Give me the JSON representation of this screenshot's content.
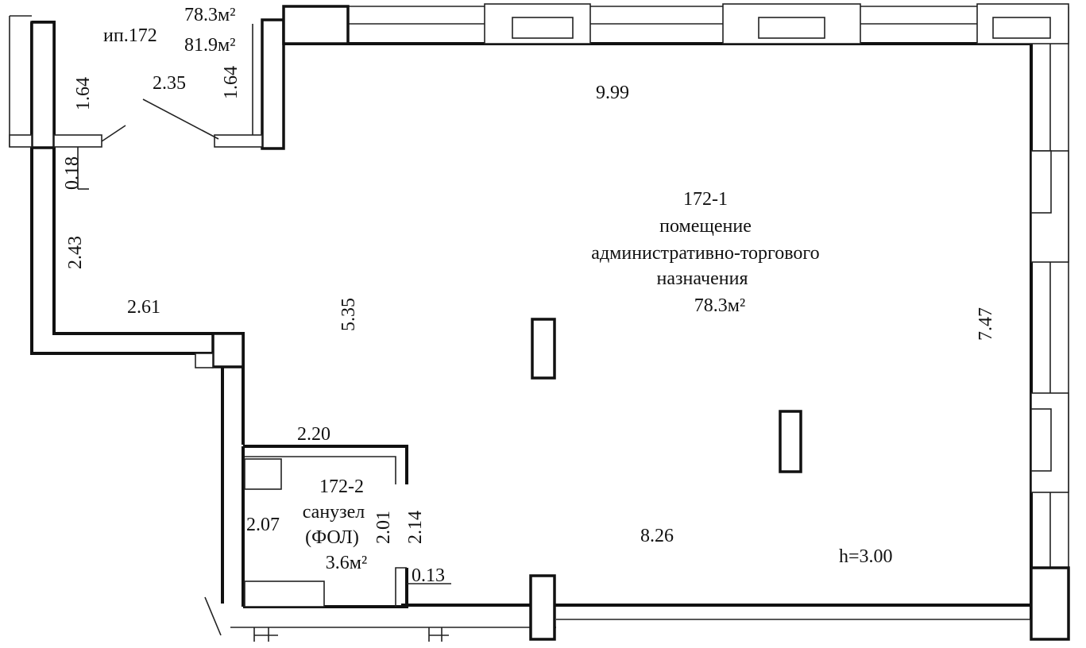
{
  "header": {
    "unit_ref": "ип.172",
    "area_main": "78.3м²",
    "area_total": "81.9м²"
  },
  "rooms": {
    "main": {
      "id": "172-1",
      "name_line1": "помещение",
      "name_line2": "административно-торгового",
      "name_line3": "назначения",
      "area": "78.3м²"
    },
    "bath": {
      "id": "172-2",
      "name_line1": "санузел",
      "name_line2": "(ФОЛ)",
      "area": "3.6м²"
    }
  },
  "dimensions": {
    "top_length": "9.99",
    "right_length": "7.47",
    "bottom_length": "8.26",
    "inner_height": "5.35",
    "ledge_width": "2.61",
    "left_lower": "2.43",
    "wall_gap": "0.18",
    "vestibule_left": "1.64",
    "vestibule_right": "1.64",
    "vestibule_width": "2.35",
    "bath_width": "2.20",
    "bath_left": "2.07",
    "bath_inner": "2.01",
    "bath_outer": "2.14",
    "bath_door": "0.13"
  },
  "ceiling": "h=3.00"
}
